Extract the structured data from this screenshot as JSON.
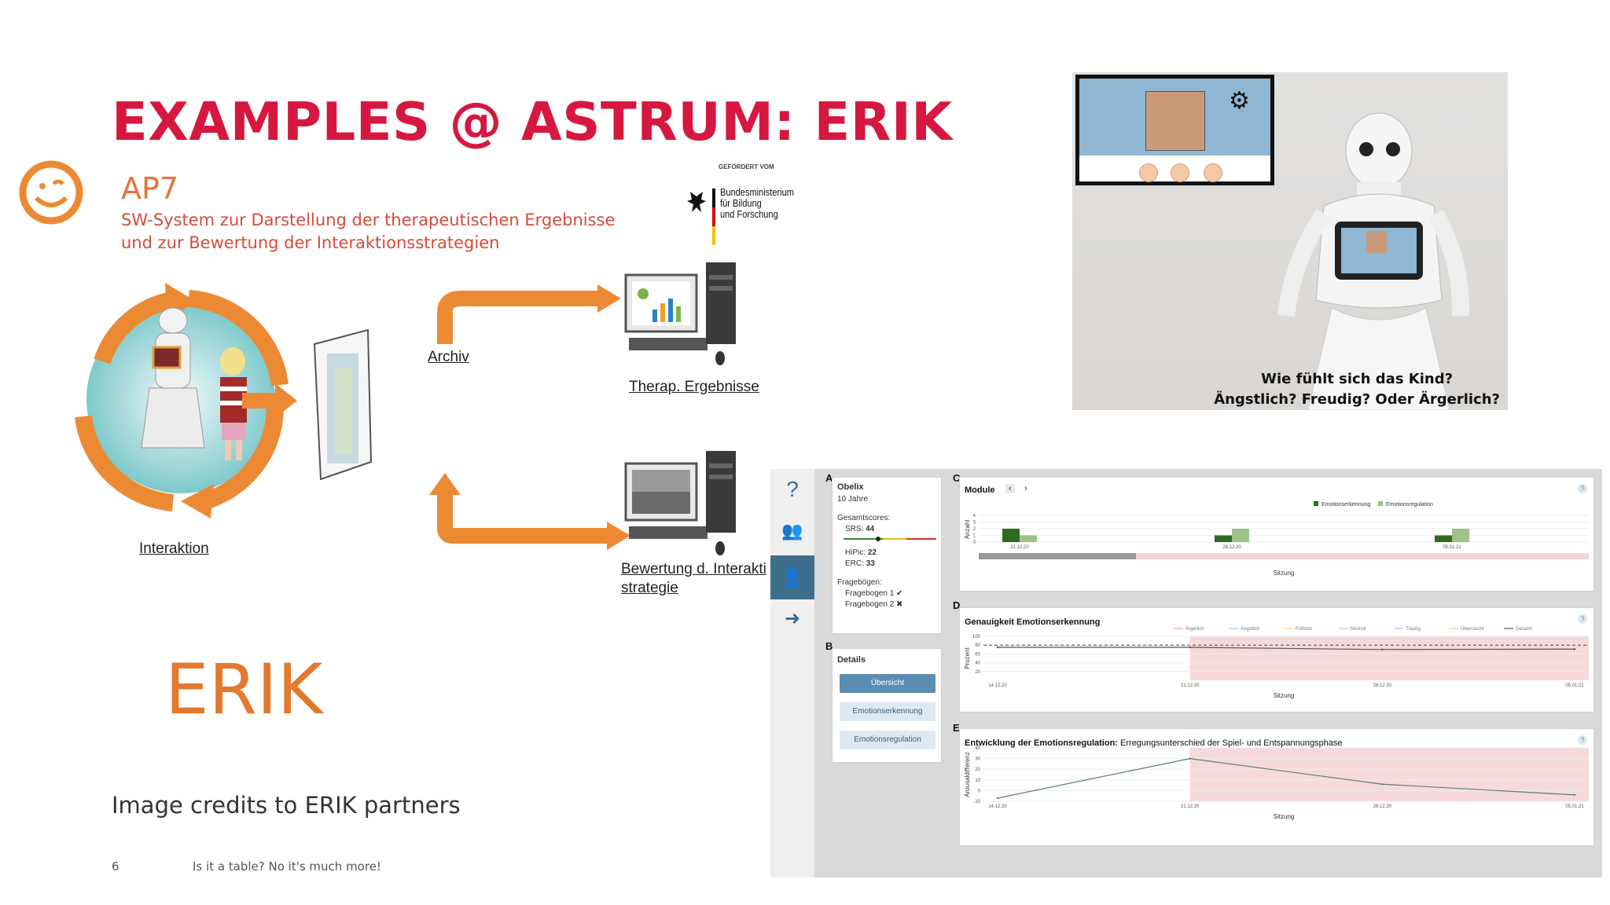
{
  "slide": {
    "title": "EXAMPLES @ ASTRUM: ERIK",
    "ap7_title": "AP7",
    "ap7_desc_line1": "SW-System zur Darstellung der therapeutischen Ergebnisse",
    "ap7_desc_line2": "und zur Bewertung der Interaktionsstrategien",
    "funding_head": "GEFÖRDERT VOM",
    "funding_org": "Bundesministerium\nfür Bildung\nund Forschung",
    "labels": {
      "interaktion": "Interaktion",
      "archiv": "Archiv",
      "therap": "Therap. Ergebnisse",
      "bewertung_1": "Bewertung d. Interakti",
      "bewertung_2": "strategie"
    },
    "erik": "ERIK",
    "credits": "Image credits to ERIK partners",
    "page_number": "6",
    "footer": "Is it a table? No it's much more!"
  },
  "photo": {
    "caption": "Wie fühlt sich das Kind?\nÄngstlich? Freudig? Oder Ärgerlich?",
    "icons": [
      "gear-icon",
      "face-neutral-icon",
      "face-happy-icon",
      "face-angry-icon"
    ]
  },
  "dashboard": {
    "sections": {
      "a": "A",
      "b": "B",
      "c": "C",
      "d": "D",
      "e": "E"
    },
    "patient": {
      "name": "Obelix",
      "age": "10 Jahre",
      "scores_label": "Gesamtscores:",
      "srs_label": "SRS:",
      "srs_value": "44",
      "hipic_label": "HiPic:",
      "hipic_value": "22",
      "erc_label": "ERC:",
      "erc_value": "33",
      "frage_label": "Fragebögen:",
      "frage1": "Fragebogen 1 ✔",
      "frage2": "Fragebogen 2 ✖"
    },
    "details": {
      "title": "Details",
      "buttons": [
        "Übersicht",
        "Emotionserkennung",
        "Emotionsregulation"
      ]
    },
    "modules": {
      "title": "Module",
      "legend": [
        "Emotionserkennung",
        "Emotionsregulation"
      ],
      "ylabel": "Anzahl",
      "yticks": [
        "4",
        "3",
        "2",
        "1",
        "0"
      ],
      "xticks": [
        "21.12.20",
        "28.12.20",
        "05.01.21"
      ],
      "xlabel": "Sitzung"
    },
    "accuracy": {
      "title": "Genauigkeit Emotionserkennung",
      "legend": [
        "Ärgerlich",
        "Ängstlich",
        "Fröhlich",
        "Neutral",
        "Traurig",
        "Überrascht",
        "Gesamt"
      ],
      "ylabel": "Prozent",
      "yticks": [
        "100",
        "80",
        "60",
        "40",
        "20"
      ],
      "xticks": [
        "14.12.20",
        "21.12.20",
        "28.12.20",
        "05.01.21"
      ],
      "xlabel": "Sitzung"
    },
    "regulation": {
      "title_bold": "Entwicklung der Emotionsregulation:",
      "title_rest": " Erregungsunterschied der Spiel- und Entspannungsphase",
      "ylabel": "Arousaldifferenz",
      "yticks": [
        "40",
        "30",
        "20",
        "10",
        "0",
        "-10"
      ],
      "xticks": [
        "14.12.20",
        "21.12.20",
        "28.12.20",
        "05.01.21"
      ],
      "xlabel": "Sitzung"
    },
    "sidebar_icons": [
      "help-icon",
      "users-icon",
      "user-icon",
      "logout-icon"
    ]
  },
  "chart_data": [
    {
      "type": "bar",
      "categories": [
        "21.12.20",
        "28.12.20",
        "05.01.21"
      ],
      "series": [
        {
          "name": "Emotionserkennung",
          "values": [
            2,
            1,
            1
          ]
        },
        {
          "name": "Emotionsregulation",
          "values": [
            1,
            2,
            2
          ]
        }
      ],
      "title": "Module",
      "xlabel": "Sitzung",
      "ylabel": "Anzahl",
      "ylim": [
        0,
        4
      ]
    },
    {
      "type": "line",
      "x": [
        "14.12.20",
        "21.12.20",
        "28.12.20",
        "05.01.21"
      ],
      "series": [
        {
          "name": "Gesamt",
          "values": [
            75,
            75,
            70,
            71
          ]
        }
      ],
      "title": "Genauigkeit Emotionserkennung",
      "xlabel": "Sitzung",
      "ylabel": "Prozent",
      "ylim": [
        0,
        100
      ],
      "legend": "top-right"
    },
    {
      "type": "line",
      "x": [
        "14.12.20",
        "21.12.20",
        "28.12.20",
        "05.01.21"
      ],
      "series": [
        {
          "values": [
            -7,
            30,
            6,
            -4
          ]
        }
      ],
      "title": "Entwicklung der Emotionsregulation: Erregungsunterschied der Spiel- und Entspannungsphase",
      "xlabel": "Sitzung",
      "ylabel": "Arousaldifferenz",
      "ylim": [
        -10,
        40
      ]
    }
  ]
}
